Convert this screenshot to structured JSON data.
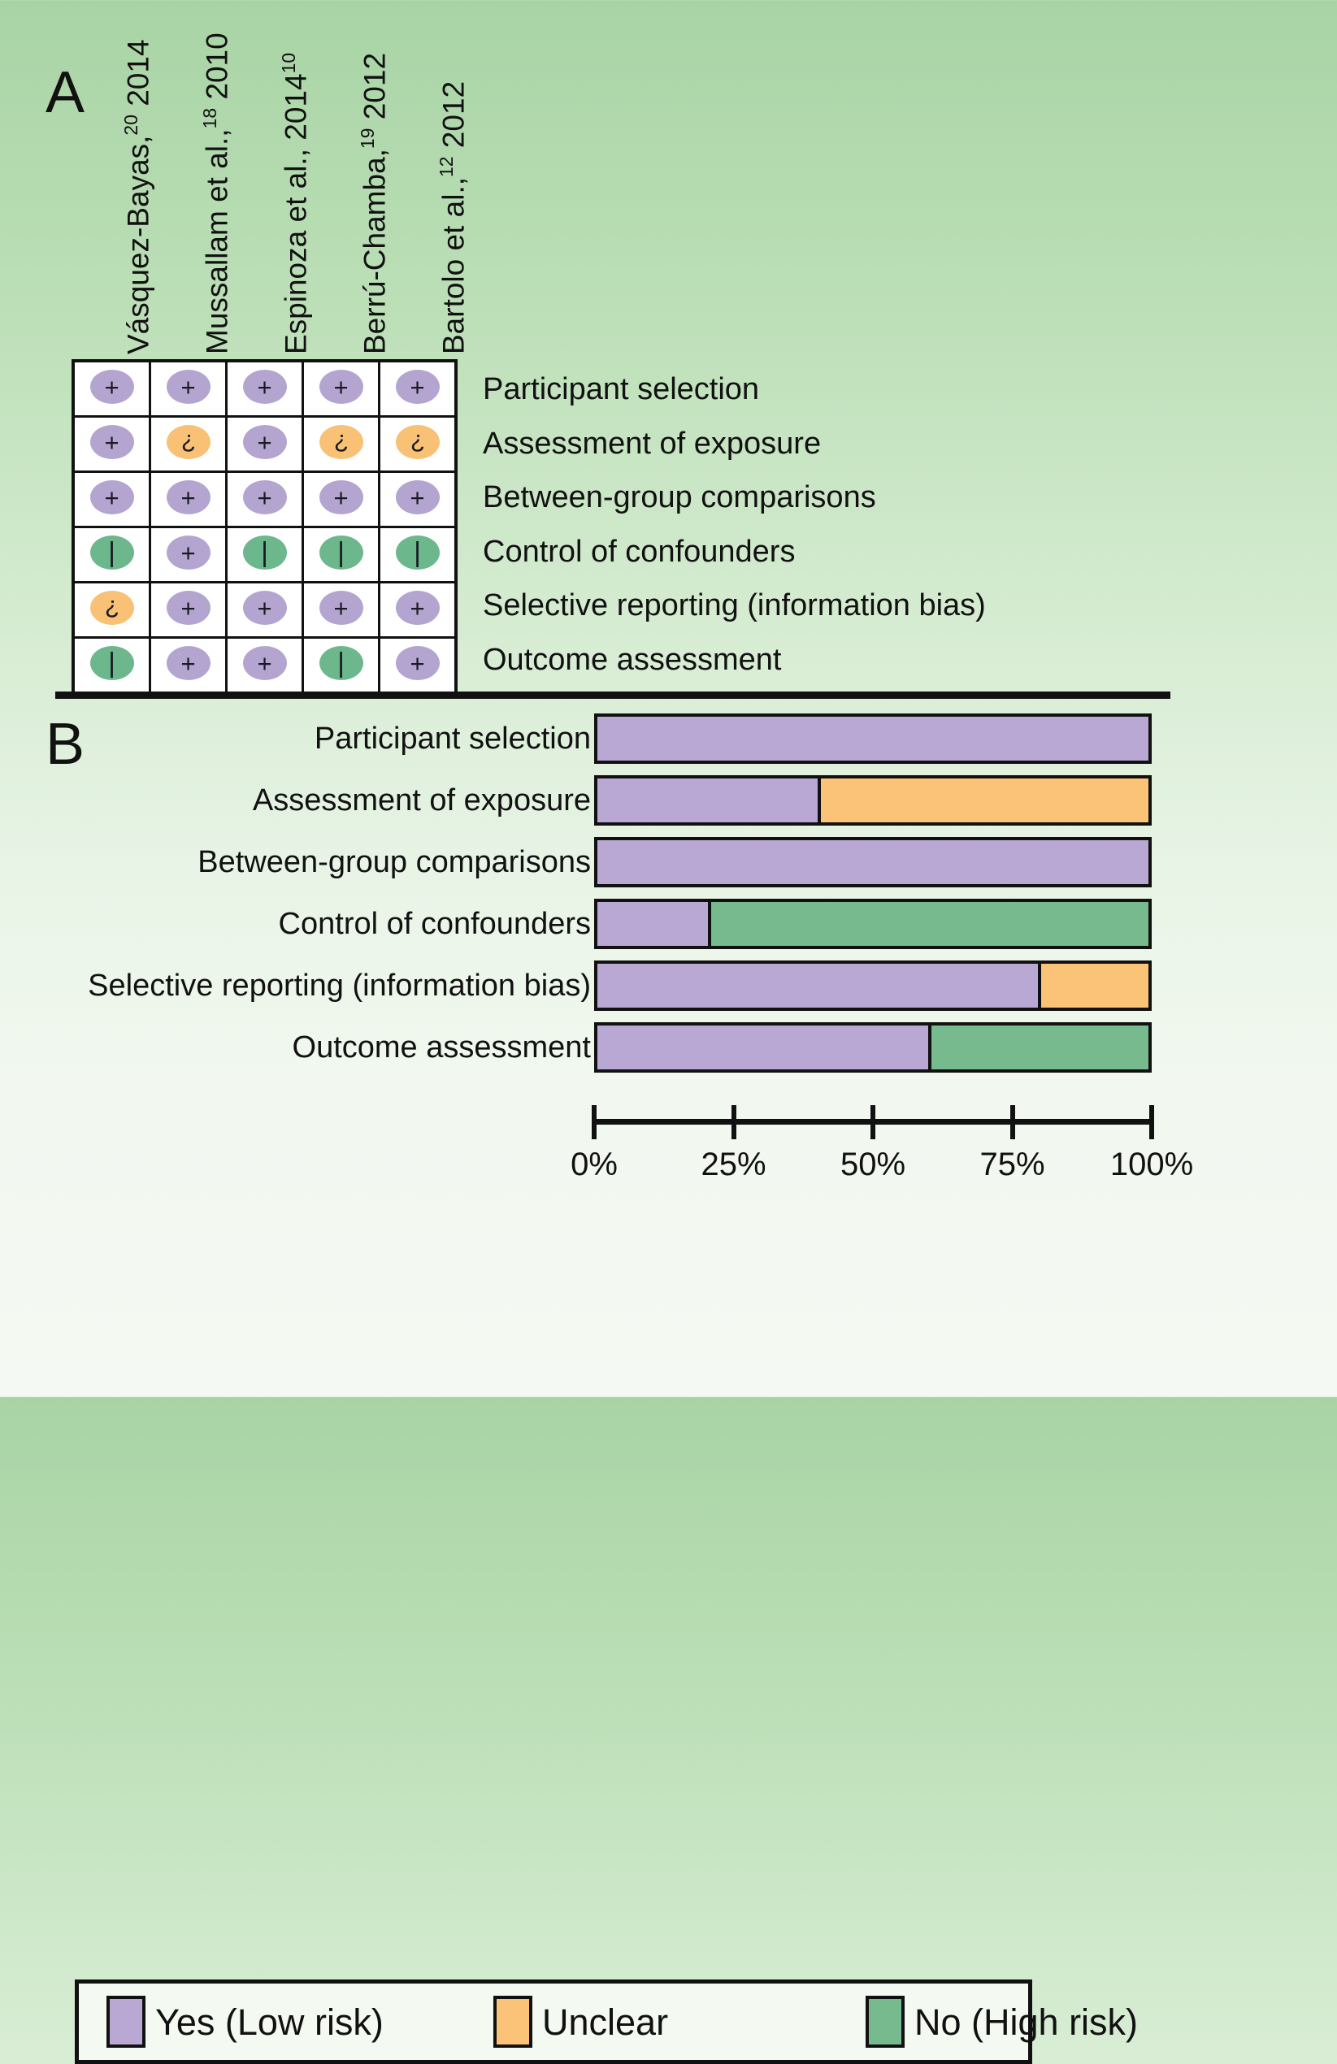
{
  "figure": {
    "panel_a_letter": "A",
    "panel_b_letter": "B"
  },
  "studies": [
    {
      "label": "Vásquez-Bayas,",
      "ref": "20",
      "year": " 2014"
    },
    {
      "label": "Mussallam et al.,",
      "ref": "18",
      "year": " 2010"
    },
    {
      "label": "Espinoza et al., 2014",
      "ref": "10",
      "year": ""
    },
    {
      "label": "Berrú-Chamba,",
      "ref": "19",
      "year": " 2012"
    },
    {
      "label": "Bartolo et al.,",
      "ref": "12",
      "year": " 2012"
    }
  ],
  "domains": [
    "Participant selection",
    "Assessment of exposure",
    "Between-group comparisons",
    "Control of confounders",
    "Selective reporting (information bias)",
    "Outcome assessment"
  ],
  "judgements": {
    "symbols": {
      "yes": "+",
      "unclear": "?",
      "no": "|"
    },
    "matrix": [
      [
        "yes",
        "yes",
        "yes",
        "yes",
        "yes"
      ],
      [
        "yes",
        "unclear",
        "yes",
        "unclear",
        "unclear"
      ],
      [
        "yes",
        "yes",
        "yes",
        "yes",
        "yes"
      ],
      [
        "no",
        "yes",
        "no",
        "no",
        "no"
      ],
      [
        "unclear",
        "yes",
        "yes",
        "yes",
        "yes"
      ],
      [
        "no",
        "yes",
        "yes",
        "no",
        "yes"
      ]
    ]
  },
  "chart_data": {
    "type": "bar",
    "orientation": "horizontal",
    "stacked": true,
    "normalized": true,
    "title": "",
    "xlabel": "",
    "ylabel": "",
    "xlim": [
      0,
      100
    ],
    "grid": false,
    "legend_position": "bottom",
    "categories": [
      "Participant selection",
      "Assessment of exposure",
      "Between-group comparisons",
      "Control of confounders",
      "Selective reporting (information bias)",
      "Outcome assessment"
    ],
    "series": [
      {
        "name": "Yes (Low risk)",
        "color": "#b9a8d4",
        "values": [
          100,
          40,
          100,
          20,
          80,
          60
        ]
      },
      {
        "name": "Unclear",
        "color": "#fbc378",
        "values": [
          0,
          60,
          0,
          0,
          20,
          0
        ]
      },
      {
        "name": "No (High risk)",
        "color": "#76ba8e",
        "values": [
          0,
          0,
          0,
          80,
          0,
          40
        ]
      }
    ],
    "xticks": [
      0,
      25,
      50,
      75,
      100
    ],
    "xticklabels": [
      "0%",
      "25%",
      "50%",
      "75%",
      "100%"
    ]
  },
  "legend": [
    {
      "label": "Yes (Low risk)",
      "color": "#b9a8d4"
    },
    {
      "label": "Unclear",
      "color": "#fbc378"
    },
    {
      "label": "No (High risk)",
      "color": "#76ba8e"
    }
  ]
}
